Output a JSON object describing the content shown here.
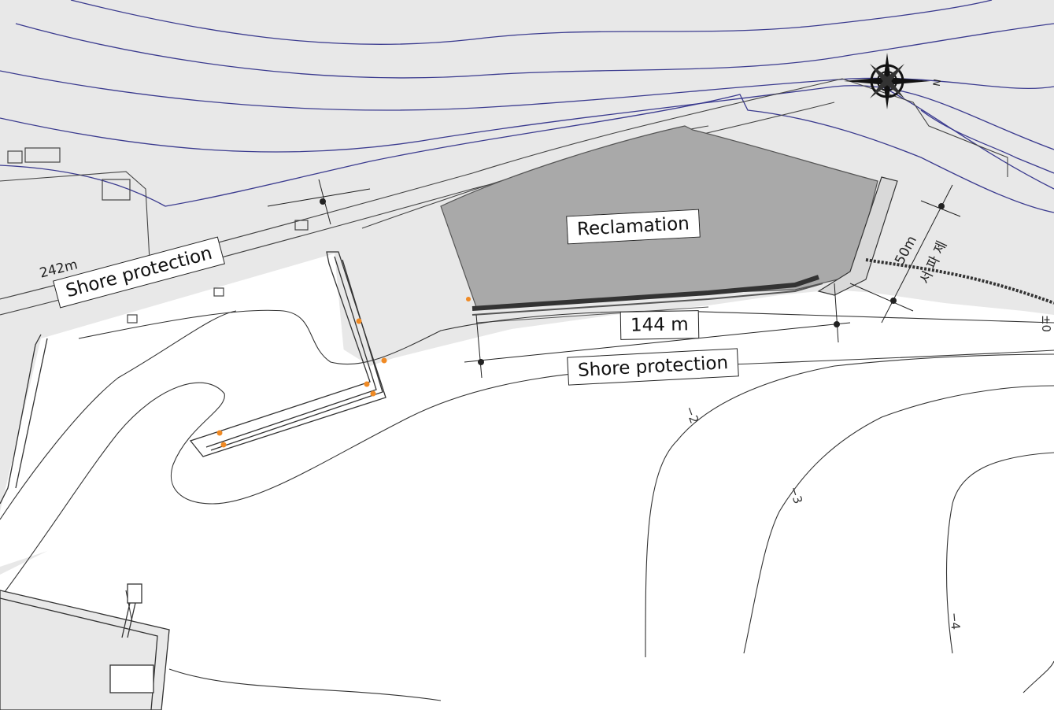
{
  "labels": {
    "shore_protection_left": "Shore protection",
    "shore_protection_right": "Shore protection",
    "reclamation": "Reclamation",
    "length_144": "144 m"
  },
  "dimensions": {
    "length_242": "242m",
    "length_50": "50m",
    "korean_label": "서 파 제",
    "north": "N"
  },
  "depth_contours": {
    "d_pm0": "±0",
    "d_2": "−2",
    "d_3": "−3",
    "d_4": "−4"
  },
  "colors": {
    "land": "#e8e8e8",
    "reclamation": "#a9a9a9",
    "land_contour": "#3b3b8f",
    "sea_contour": "#333333",
    "marker": "#f08a24"
  }
}
